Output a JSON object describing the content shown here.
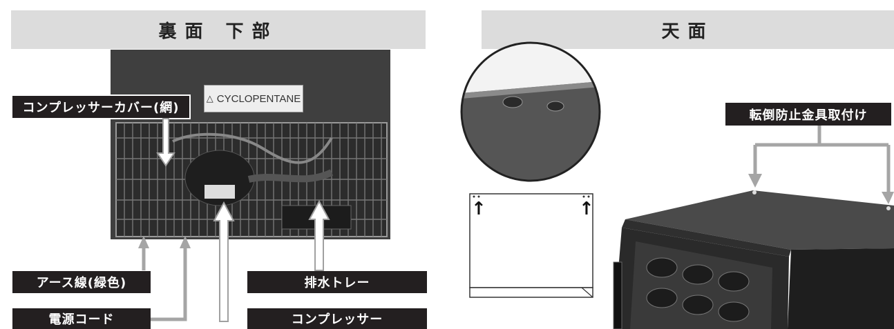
{
  "headers": {
    "left": "裏面 下部",
    "right": "天面"
  },
  "labels": {
    "compressor_cover": "コンプレッサーカバー(網)",
    "earth_wire": "アース線(緑色)",
    "power_cord": "電源コード",
    "drain_tray": "排水トレー",
    "compressor": "コンプレッサー",
    "tip_prevention": "転倒防止金具取付け"
  },
  "photo": {
    "sticker_text": "CYCLOPENTANE"
  },
  "diagram": {
    "arrow_glyph": "↑"
  },
  "colors": {
    "label_bg": "#231f20",
    "header_bg": "#dcdcdc",
    "arrow": "#a5a5a5"
  }
}
